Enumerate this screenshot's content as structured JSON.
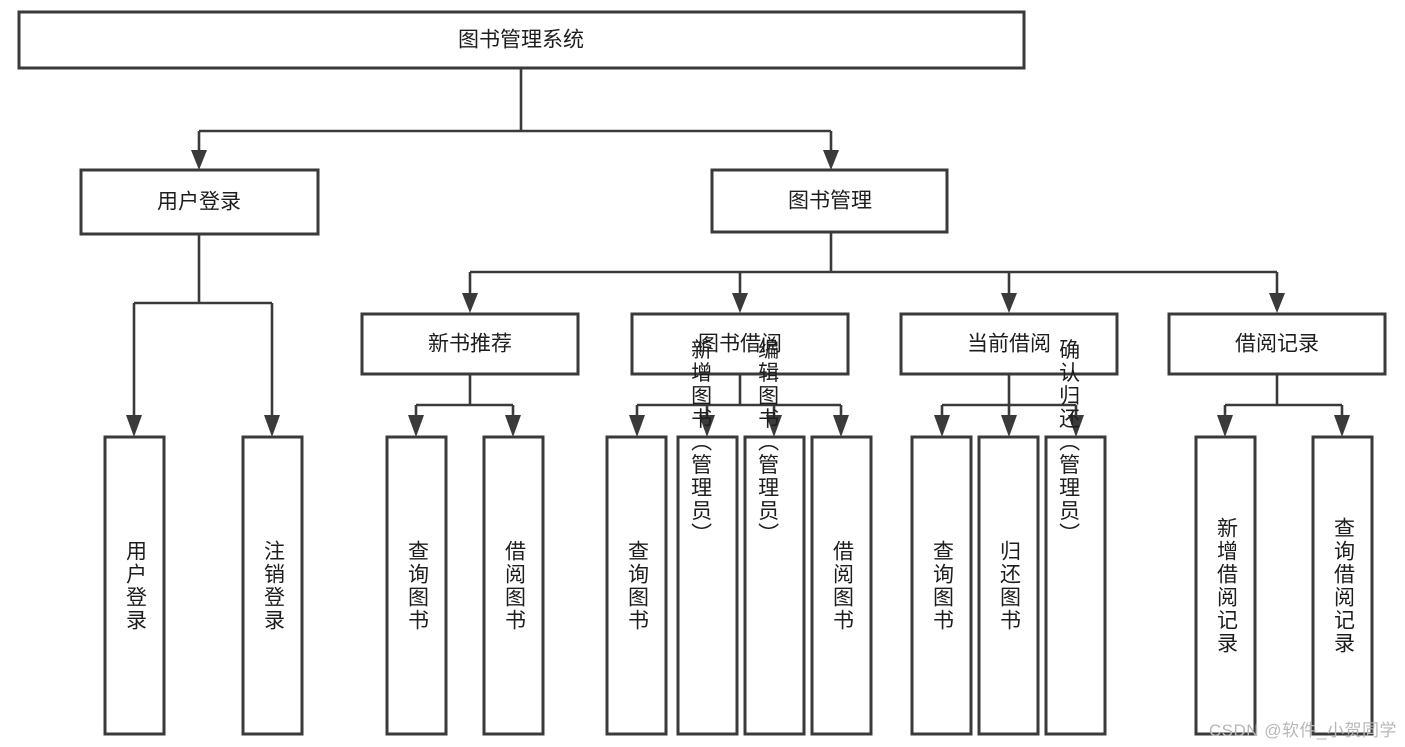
{
  "diagram": {
    "title": "图书管理系统",
    "type": "tree-hierarchy-diagram",
    "watermark": "CSDN @软件_小贺同学",
    "colors": {
      "background": "#ffffff",
      "box_stroke": "#3a3a3a",
      "box_fill": "#ffffff",
      "connector": "#3a3a3a",
      "text": "#1d1d1d",
      "watermark": "#b8b8b8"
    },
    "root": {
      "label": "图书管理系统",
      "orientation": "horizontal"
    },
    "level2": [
      {
        "label": "用户登录",
        "orientation": "horizontal"
      },
      {
        "label": "图书管理",
        "orientation": "horizontal"
      }
    ],
    "level3": [
      {
        "label": "新书推荐",
        "orientation": "horizontal"
      },
      {
        "label": "图书借阅",
        "orientation": "horizontal"
      },
      {
        "label": "当前借阅",
        "orientation": "horizontal"
      },
      {
        "label": "借阅记录",
        "orientation": "horizontal"
      }
    ],
    "leaves": {
      "user_login": [
        {
          "label": "用户登录",
          "orientation": "vertical"
        },
        {
          "label": "注销登录",
          "orientation": "vertical"
        }
      ],
      "new_book_recommend": [
        {
          "label": "查询图书",
          "orientation": "vertical"
        },
        {
          "label": "借阅图书",
          "orientation": "vertical"
        }
      ],
      "book_borrow": [
        {
          "label": "查询图书",
          "orientation": "vertical"
        },
        {
          "label": "新增图书（管理员）",
          "orientation": "vertical"
        },
        {
          "label": "编辑图书（管理员）",
          "orientation": "vertical"
        },
        {
          "label": "借阅图书",
          "orientation": "vertical"
        }
      ],
      "current_borrow": [
        {
          "label": "查询图书",
          "orientation": "vertical"
        },
        {
          "label": "归还图书",
          "orientation": "vertical"
        },
        {
          "label": "确认归还（管理员）",
          "orientation": "vertical"
        }
      ],
      "borrow_record": [
        {
          "label": "新增借阅记录",
          "orientation": "vertical"
        },
        {
          "label": "查询借阅记录",
          "orientation": "vertical"
        }
      ]
    }
  }
}
